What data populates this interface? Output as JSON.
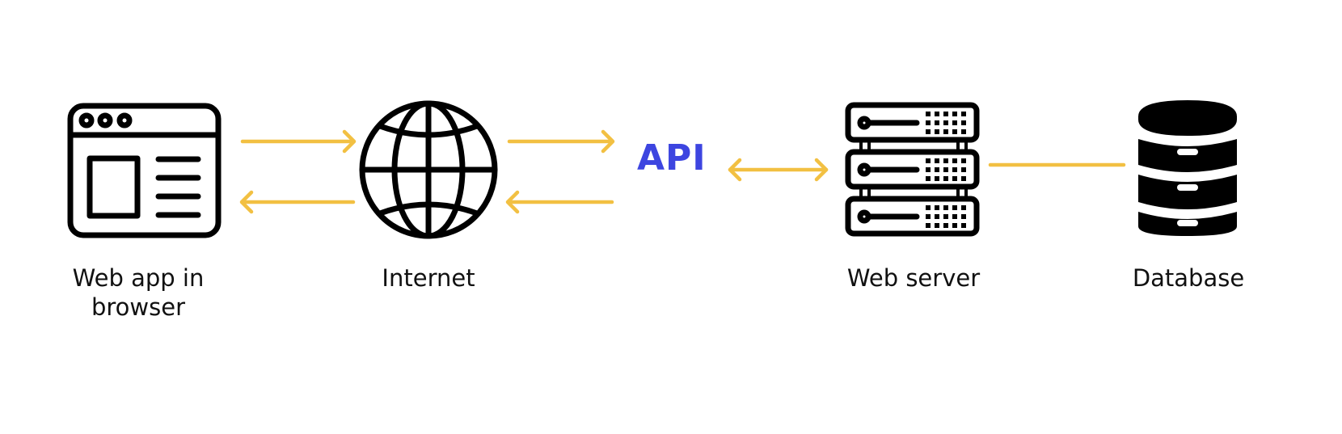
{
  "diagram": {
    "nodes": [
      {
        "id": "browser",
        "label": "Web app in browser",
        "label_lines": [
          "Web app in",
          "browser"
        ],
        "icon": "browser-window-icon"
      },
      {
        "id": "internet",
        "label": "Internet",
        "icon": "globe-icon"
      },
      {
        "id": "api",
        "label": "API",
        "icon": null
      },
      {
        "id": "server",
        "label": "Web server",
        "icon": "server-rack-icon"
      },
      {
        "id": "database",
        "label": "Database",
        "icon": "database-icon"
      }
    ],
    "edges": [
      {
        "from": "browser",
        "to": "internet",
        "type": "arrow"
      },
      {
        "from": "internet",
        "to": "browser",
        "type": "arrow"
      },
      {
        "from": "internet",
        "to": "api",
        "type": "arrow"
      },
      {
        "from": "api",
        "to": "internet",
        "type": "arrow"
      },
      {
        "from": "api",
        "to": "server",
        "type": "bidirectional-arrow"
      },
      {
        "from": "server",
        "to": "database",
        "type": "line"
      }
    ],
    "colors": {
      "connector": "#f2c042",
      "api_text": "#3d45e0",
      "icon": "#000000",
      "label_text": "#111111"
    }
  }
}
